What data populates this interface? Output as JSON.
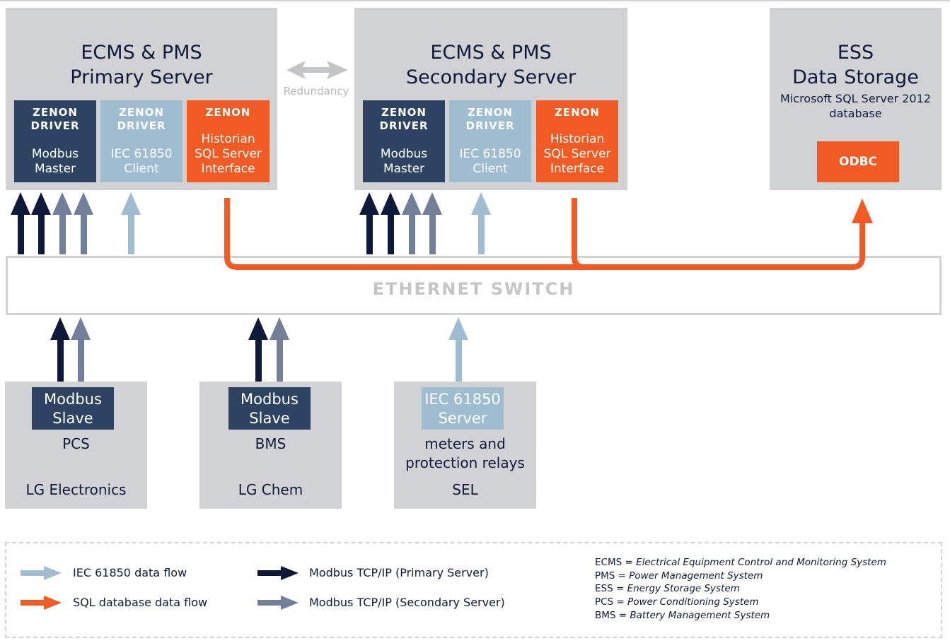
{
  "servers": {
    "primary": {
      "title_line1": "ECMS & PMS",
      "title_line2": "Primary Server",
      "modules": [
        {
          "header1": "ZENON",
          "header2": "DRIVER",
          "body1": "Modbus",
          "body2": "Master",
          "body3": ""
        },
        {
          "header1": "ZENON",
          "header2": "DRIVER",
          "body1": "IEC 61850",
          "body2": "Client",
          "body3": ""
        },
        {
          "header1": "ZENON",
          "header2": "",
          "body1": "Historian",
          "body2": "SQL Server",
          "body3": "Interface"
        }
      ]
    },
    "secondary": {
      "title_line1": "ECMS & PMS",
      "title_line2": "Secondary Server",
      "modules": [
        {
          "header1": "ZENON",
          "header2": "DRIVER",
          "body1": "Modbus",
          "body2": "Master",
          "body3": ""
        },
        {
          "header1": "ZENON",
          "header2": "DRIVER",
          "body1": "IEC 61850",
          "body2": "Client",
          "body3": ""
        },
        {
          "header1": "ZENON",
          "header2": "",
          "body1": "Historian",
          "body2": "SQL Server",
          "body3": "Interface"
        }
      ]
    },
    "redundancy_label": "Redundancy",
    "storage": {
      "title_line1": "ESS",
      "title_line2": "Data Storage",
      "subtitle_line1": "Microsoft SQL Server 2012",
      "subtitle_line2": "database",
      "odbc_label": "ODBC"
    }
  },
  "ethernet_switch": {
    "label": "ETHERNET SWITCH"
  },
  "devices": [
    {
      "tag_line1": "Modbus",
      "tag_line2": "Slave",
      "name_line1": "PCS",
      "name_line2": "",
      "vendor": "LG Electronics"
    },
    {
      "tag_line1": "Modbus",
      "tag_line2": "Slave",
      "name_line1": "BMS",
      "name_line2": "",
      "vendor": "LG Chem"
    },
    {
      "tag_line1": "IEC 61850",
      "tag_line2": "Server",
      "name_line1": "meters and",
      "name_line2": "protection relays",
      "vendor": "SEL"
    }
  ],
  "legend": {
    "items": [
      {
        "label": "IEC 61850 data flow",
        "color": "#9fbdd1"
      },
      {
        "label": "SQL database data flow",
        "color": "#f15a22"
      },
      {
        "label": "Modbus TCP/IP (Primary Server)",
        "color": "#0e1a3a"
      },
      {
        "label": "Modbus TCP/IP (Secondary Server)",
        "color": "#717f99"
      }
    ],
    "abbreviations": [
      {
        "term": "ECMS",
        "definition": "Electrical Equipment Control and Monitoring System"
      },
      {
        "term": "PMS",
        "definition": "Power Management System"
      },
      {
        "term": "ESS",
        "definition": "Energy Storage System"
      },
      {
        "term": "PCS",
        "definition": "Power Conditioning System"
      },
      {
        "term": "BMS",
        "definition": "Battery Management System"
      }
    ]
  },
  "colors": {
    "navy": "#2c4461",
    "light_blue": "#9fbdd1",
    "orange": "#f15a22",
    "box_gray": "#d1d2d4",
    "modbus_primary_arrow": "#0e1a3a",
    "modbus_secondary_arrow": "#717f99",
    "redundancy_arrow": "#c4c5c7"
  }
}
